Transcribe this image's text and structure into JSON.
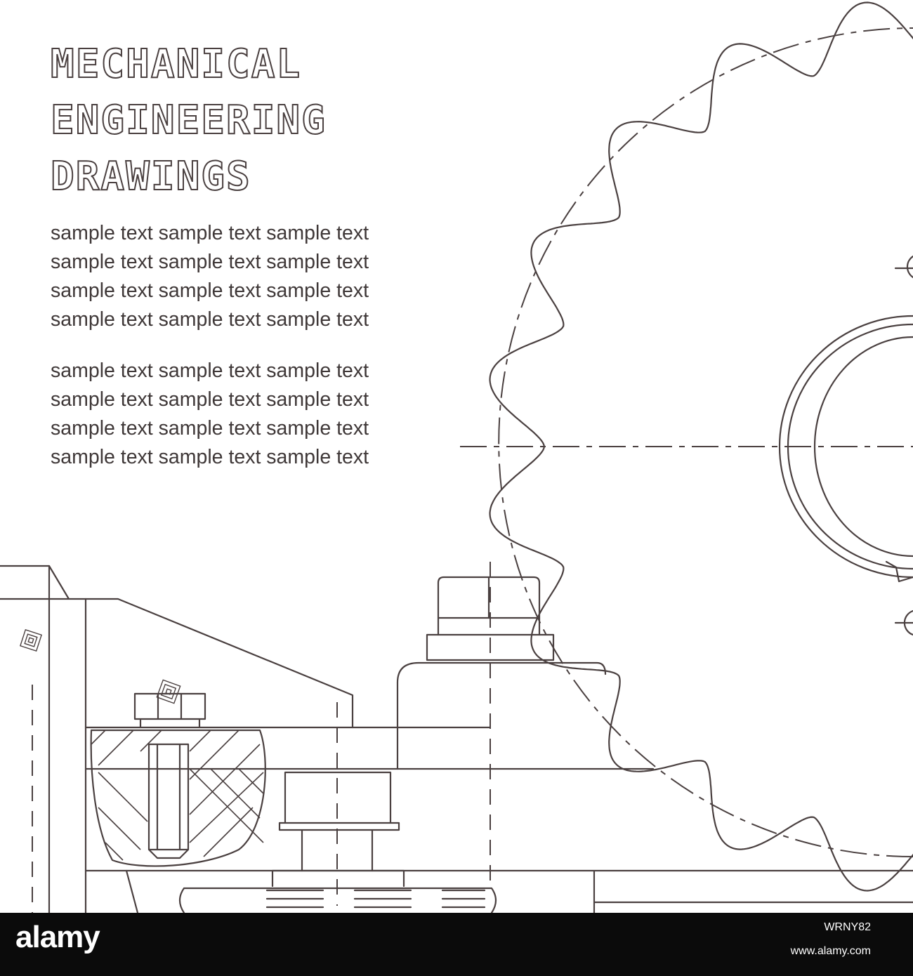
{
  "title": {
    "lines": [
      "MECHANICAL",
      "ENGINEERING",
      "DRAWINGS"
    ]
  },
  "paragraph_1": {
    "lines": [
      "sample text sample text sample text",
      "sample text sample text sample text",
      "sample text sample text sample text",
      "sample text sample text sample text"
    ]
  },
  "paragraph_2": {
    "lines": [
      "sample text sample text sample text",
      "sample text sample text sample text",
      "sample text sample text sample text",
      "sample text sample text sample text"
    ]
  },
  "footer": {
    "logo": "alamy",
    "image_id": "WRNY82",
    "site": "www.alamy.com"
  },
  "colors": {
    "line": "#4a4040",
    "background": "#ffffff",
    "footer": "#0b0b0b"
  }
}
